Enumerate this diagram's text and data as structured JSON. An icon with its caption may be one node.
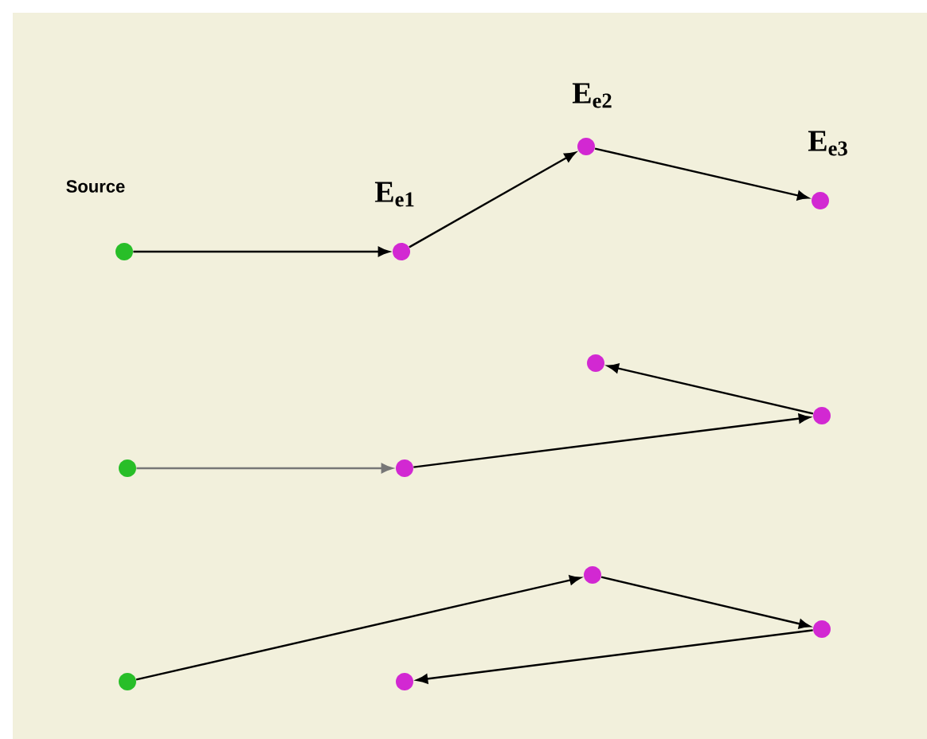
{
  "diagram": {
    "nodes": [
      {
        "text": [],
        "shape": "circle",
        "beside": [
          "Source"
        ]
      },
      {
        "text": [],
        "shape": "circle",
        "beside": [
          "E$_{e1}$"
        ]
      },
      {
        "text": [],
        "shape": "circle",
        "beside": [
          "E$_{e2}$"
        ]
      },
      {
        "text": [],
        "shape": "circle",
        "beside": [
          "E$_{e3}$"
        ]
      },
      {
        "text": [],
        "shape": "circle"
      },
      {
        "text": [],
        "shape": "circle"
      },
      {
        "text": [],
        "shape": "circle"
      },
      {
        "text": [],
        "shape": "circle"
      },
      {
        "text": [],
        "shape": "circle"
      },
      {
        "text": [],
        "shape": "circle"
      },
      {
        "text": [],
        "shape": "circle"
      },
      {
        "text": [],
        "shape": "circle"
      }
    ],
    "edges": [
      {
        "from": 0,
        "to": 1,
        "arrow": "to"
      },
      {
        "from": 1,
        "to": 2,
        "arrow": "to"
      },
      {
        "from": 2,
        "to": 3,
        "arrow": "to"
      },
      {
        "from": 4,
        "to": 5,
        "arrow": "to",
        "color": "#777777"
      },
      {
        "from": 5,
        "to": 7,
        "arrow": "to"
      },
      {
        "from": 7,
        "to": 6,
        "arrow": "to"
      },
      {
        "from": 8,
        "to": 10,
        "arrow": "to"
      },
      {
        "from": 10,
        "to": 11,
        "arrow": "to"
      },
      {
        "from": 11,
        "to": 9,
        "arrow": "to"
      }
    ]
  }
}
